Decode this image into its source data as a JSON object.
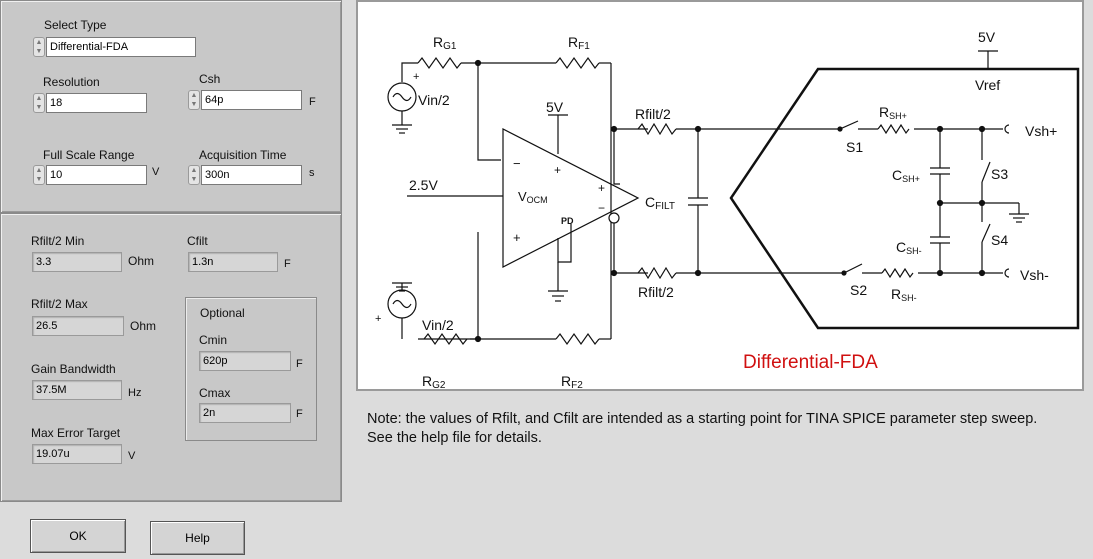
{
  "select_type": {
    "label": "Select Type",
    "value": "Differential-FDA"
  },
  "resolution": {
    "label": "Resolution",
    "value": "18"
  },
  "csh": {
    "label": "Csh",
    "value": "64p",
    "unit": "F"
  },
  "full_scale_range": {
    "label": "Full Scale Range",
    "value": "10",
    "unit": "V"
  },
  "acquisition_time": {
    "label": "Acquisition Time",
    "value": "300n",
    "unit": "s"
  },
  "rfilt_min": {
    "label": "Rfilt/2 Min",
    "value": "3.3",
    "unit": "Ohm"
  },
  "cfilt": {
    "label": "Cfilt",
    "value": "1.3n",
    "unit": "F"
  },
  "rfilt_max": {
    "label": "Rfilt/2 Max",
    "value": "26.5",
    "unit": "Ohm"
  },
  "optional": {
    "label": "Optional"
  },
  "cmin": {
    "label": "Cmin",
    "value": "620p",
    "unit": "F"
  },
  "gain_bandwidth": {
    "label": "Gain Bandwidth",
    "value": "37.5M",
    "unit": "Hz"
  },
  "cmax": {
    "label": "Cmax",
    "value": "2n",
    "unit": "F"
  },
  "max_error": {
    "label": "Max Error Target",
    "value": "19.07u",
    "unit": "V"
  },
  "buttons": {
    "ok": "OK",
    "help": "Help"
  },
  "note": "Note: the values of Rfilt, and Cfilt are intended as a starting point for TINA SPICE parameter step sweep.  See the help file for details.",
  "schematic": {
    "rg1": "R",
    "rg1_sub": "G1",
    "rf1": "R",
    "rf1_sub": "F1",
    "rg2": "R",
    "rg2_sub": "G2",
    "rf2": "R",
    "rf2_sub": "F2",
    "vin_top": "Vin/2",
    "vin_bottom": "Vin/2",
    "five_v_amp": "5V",
    "vocm_in": "2.5V",
    "vocm": "V",
    "vocm_sub": "OCM",
    "pd": "PD",
    "rfilt_top": "Rfilt/2",
    "rfilt_bottom": "Rfilt/2",
    "cfilt_label": "C",
    "cfilt_sub": "FILT",
    "five_v_ref": "5V",
    "vref": "Vref",
    "rsh_p": "R",
    "rsh_p_sub": "SH+",
    "rsh_m": "R",
    "rsh_m_sub": "SH-",
    "s1": "S1",
    "s2": "S2",
    "s3": "S3",
    "s4": "S4",
    "csh_p": "C",
    "csh_p_sub": "SH+",
    "csh_m": "C",
    "csh_m_sub": "SH-",
    "vsh_p": "Vsh+",
    "vsh_m": "Vsh-",
    "title": "Differential-FDA"
  },
  "colors": {
    "title": "#d01010",
    "panel": "#c8c8c8"
  }
}
